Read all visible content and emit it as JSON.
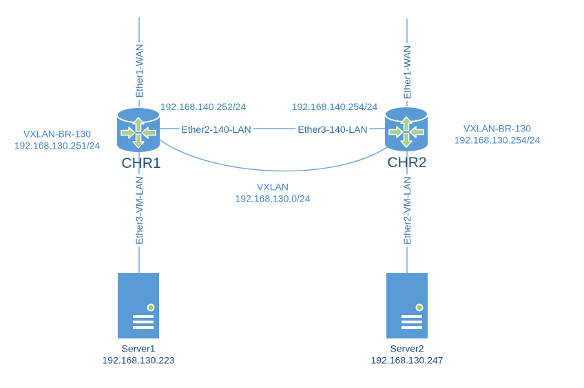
{
  "colors": {
    "shape_fill": "#5b9bd5",
    "line": "#6ea4d8",
    "arrow_green": "#a9d18e",
    "dot_green": "#9dc963",
    "text_light_blue": "#3f86ca",
    "text_link_blue": "#2e6da4",
    "text_dark_navy": "#1f4e79"
  },
  "routers": [
    {
      "name": "CHR1",
      "wan_port": "Ether1-WAN",
      "lan_port": "Ether2-140-LAN",
      "lan_ip": "192.168.140.252/24",
      "vm_port": "Ether3-VM-LAN",
      "bridge_name": "VXLAN-BR-130",
      "bridge_ip": "192.168.130.251/24"
    },
    {
      "name": "CHR2",
      "wan_port": "Ether1-WAN",
      "lan_port": "Ether3-140-LAN",
      "lan_ip": "192.168.140.254/24",
      "vm_port": "Ether2-VM-LAN",
      "bridge_name": "VXLAN-BR-130",
      "bridge_ip": "192.168.130.254/24"
    }
  ],
  "servers": [
    {
      "name": "Server1",
      "ip": "192.168.130.223"
    },
    {
      "name": "Server2",
      "ip": "192.168.130.247"
    }
  ],
  "vxlan_tunnel": {
    "label": "VXLAN",
    "subnet": "192.168.130.0/24"
  }
}
